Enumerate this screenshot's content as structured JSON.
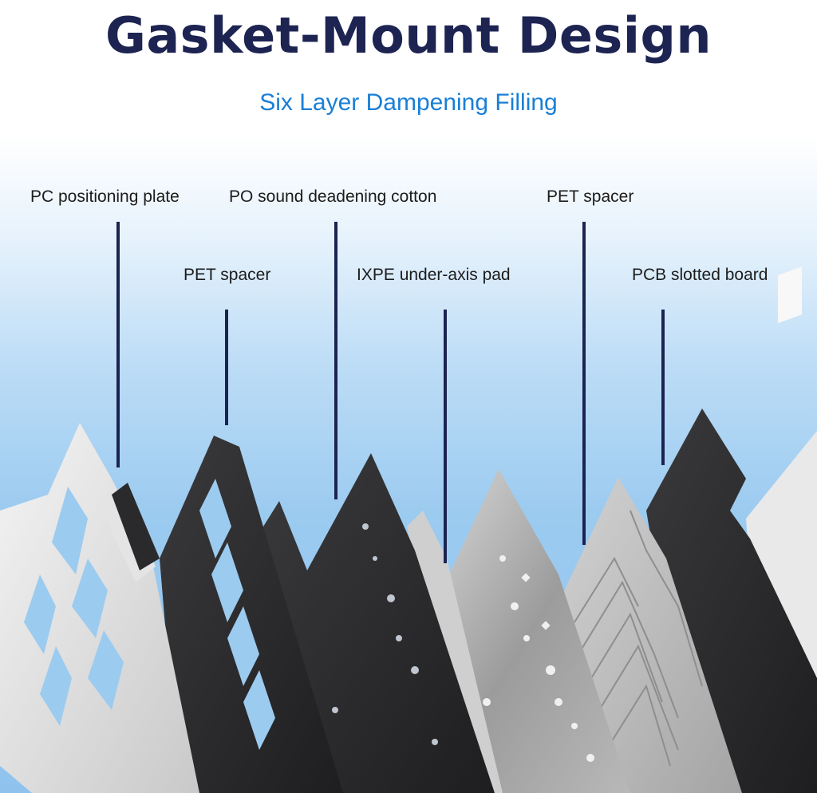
{
  "title": "Gasket-Mount Design",
  "subtitle": "Six Layer Dampening Filling",
  "layers": [
    "PC positioning plate",
    "PET spacer",
    "PO sound deadening cotton",
    "IXPE under-axis pad",
    "PET spacer",
    "PCB slotted board"
  ],
  "colors": {
    "title": "#1d2452",
    "subtitle": "#1a7fd6",
    "leader_line": "#1b2350"
  }
}
